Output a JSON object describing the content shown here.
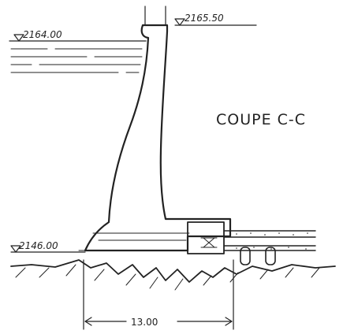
{
  "section_title": "COUPE C-C",
  "elevations": {
    "crest": "2165.50",
    "water_level": "2164.00",
    "foundation": "2146.00"
  },
  "dimensions": {
    "base_width": "13.00"
  },
  "colors": {
    "ink": "#222222",
    "paper": "#ffffff"
  }
}
